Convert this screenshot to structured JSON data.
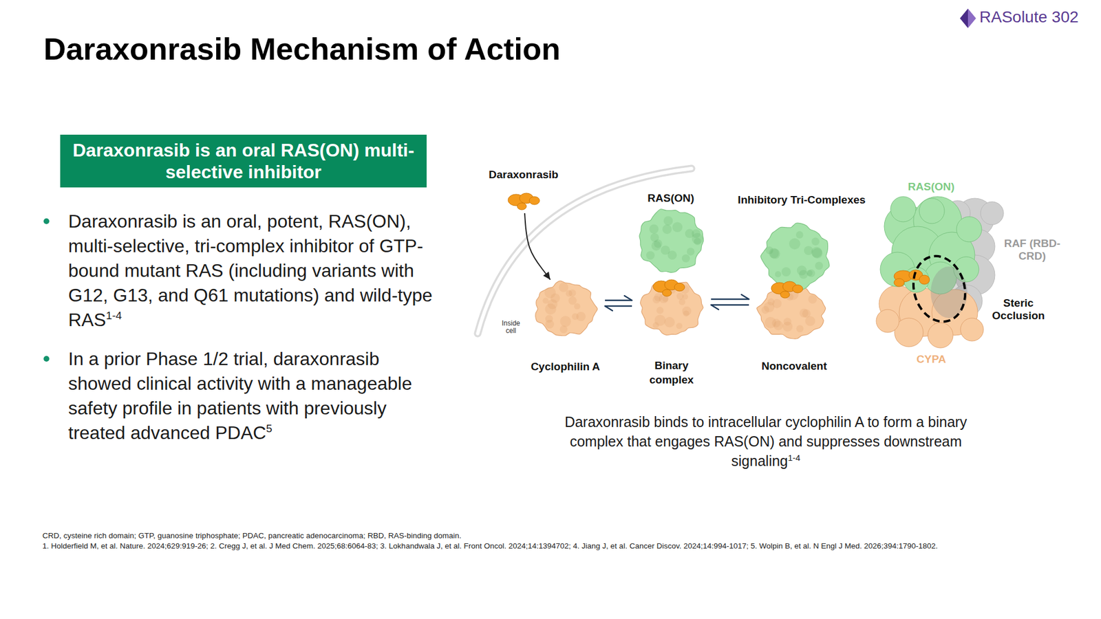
{
  "diagram": {
    "title": "Daraxonrasib Mechanism of Action",
    "caption": "Daraxonrasib binds to intracellular cyclophilin A to form a binary complex that engages RAS(ON) and suppresses downstream signaling",
    "nodes": [
      {
        "text": [
          "Daraxonrasib is an oral RAS(ON) multi-selective inhibitor"
        ]
      },
      {
        "text": [
          "Daraxonrasib"
        ]
      },
      {
        "text": [
          "Cyclophilin A"
        ]
      },
      {
        "text": [
          "RAS(ON)"
        ]
      },
      {
        "text": [
          "Binary complex"
        ]
      },
      {
        "text": [
          "Noncovalent"
        ]
      }
    ],
    "edges": [
      {
        "from": 1,
        "to": 2,
        "arrow": "to"
      },
      {
        "from": 2,
        "to": 4,
        "arrow": "both"
      },
      {
        "from": 4,
        "to": 5,
        "arrow": "both"
      }
    ],
    "labels": [
      "RASolute 302",
      "Daraxonrasib is an oral, potent, RAS(ON), multi-selective, tri-complex inhibitor of GTP-bound mutant RAS (including variants with G12, G13, and Q61 mutations) and wild-type RAS",
      "1-4",
      "In a prior Phase 1/2 trial, daraxonrasib showed clinical activity with a manageable safety profile in patients with previously treated advanced PDAC",
      "5",
      "Inhibitory Tri-Complexes",
      "RAS(ON)",
      "RAF (RBD-CRD)",
      "Steric Occlusion",
      "CYPA",
      "Inside cell",
      "1-4",
      "CRD, cysteine rich domain; GTP, guanosine triphosphate; PDAC, pancreatic adenocarcinoma; RBD, RAS-binding domain.",
      "1. Holderfield M, et al. Nature. 2024;629:919-26; 2. Cregg J, et al. J Med Chem. 2025;68:6064-83; 3. Lokhandwala J, et al. Front Oncol. 2024;14:1394702; 4. Jiang J, et al. Cancer Discov. 2024;14:994-1017; 5. Wolpin B, et al. N Engl J Med. 2026;394:1790-1802."
    ]
  }
}
